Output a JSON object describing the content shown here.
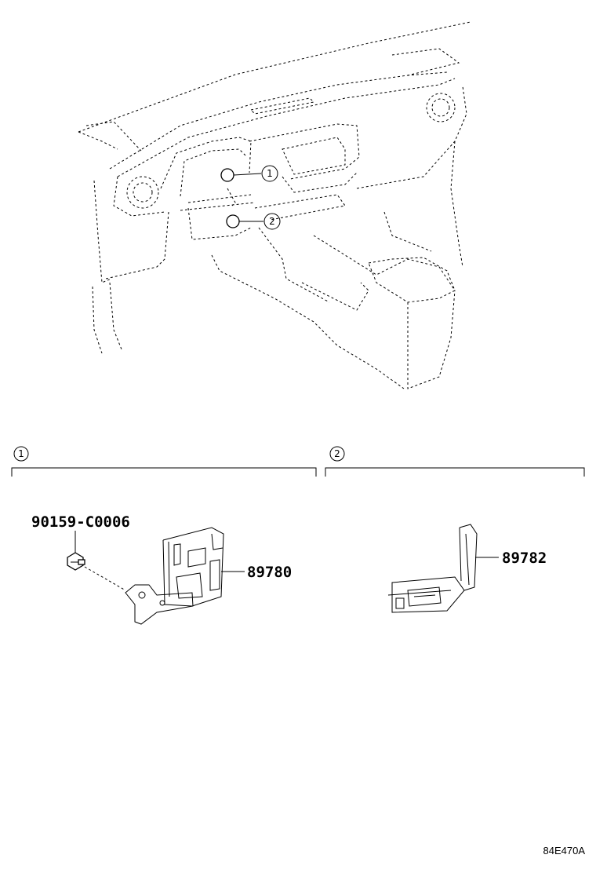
{
  "overview": {
    "callouts": [
      {
        "id": "1",
        "label": "1"
      },
      {
        "id": "2",
        "label": "2"
      }
    ]
  },
  "panels": [
    {
      "marker": "1",
      "parts": [
        {
          "part_number": "90159-C0006",
          "icon": "bolt-icon"
        },
        {
          "part_number": "89780",
          "icon": "bracket-module-icon"
        }
      ]
    },
    {
      "marker": "2",
      "parts": [
        {
          "part_number": "89782",
          "icon": "sensor-unit-icon"
        }
      ]
    }
  ],
  "footer": {
    "ref_code": "84E470A"
  }
}
